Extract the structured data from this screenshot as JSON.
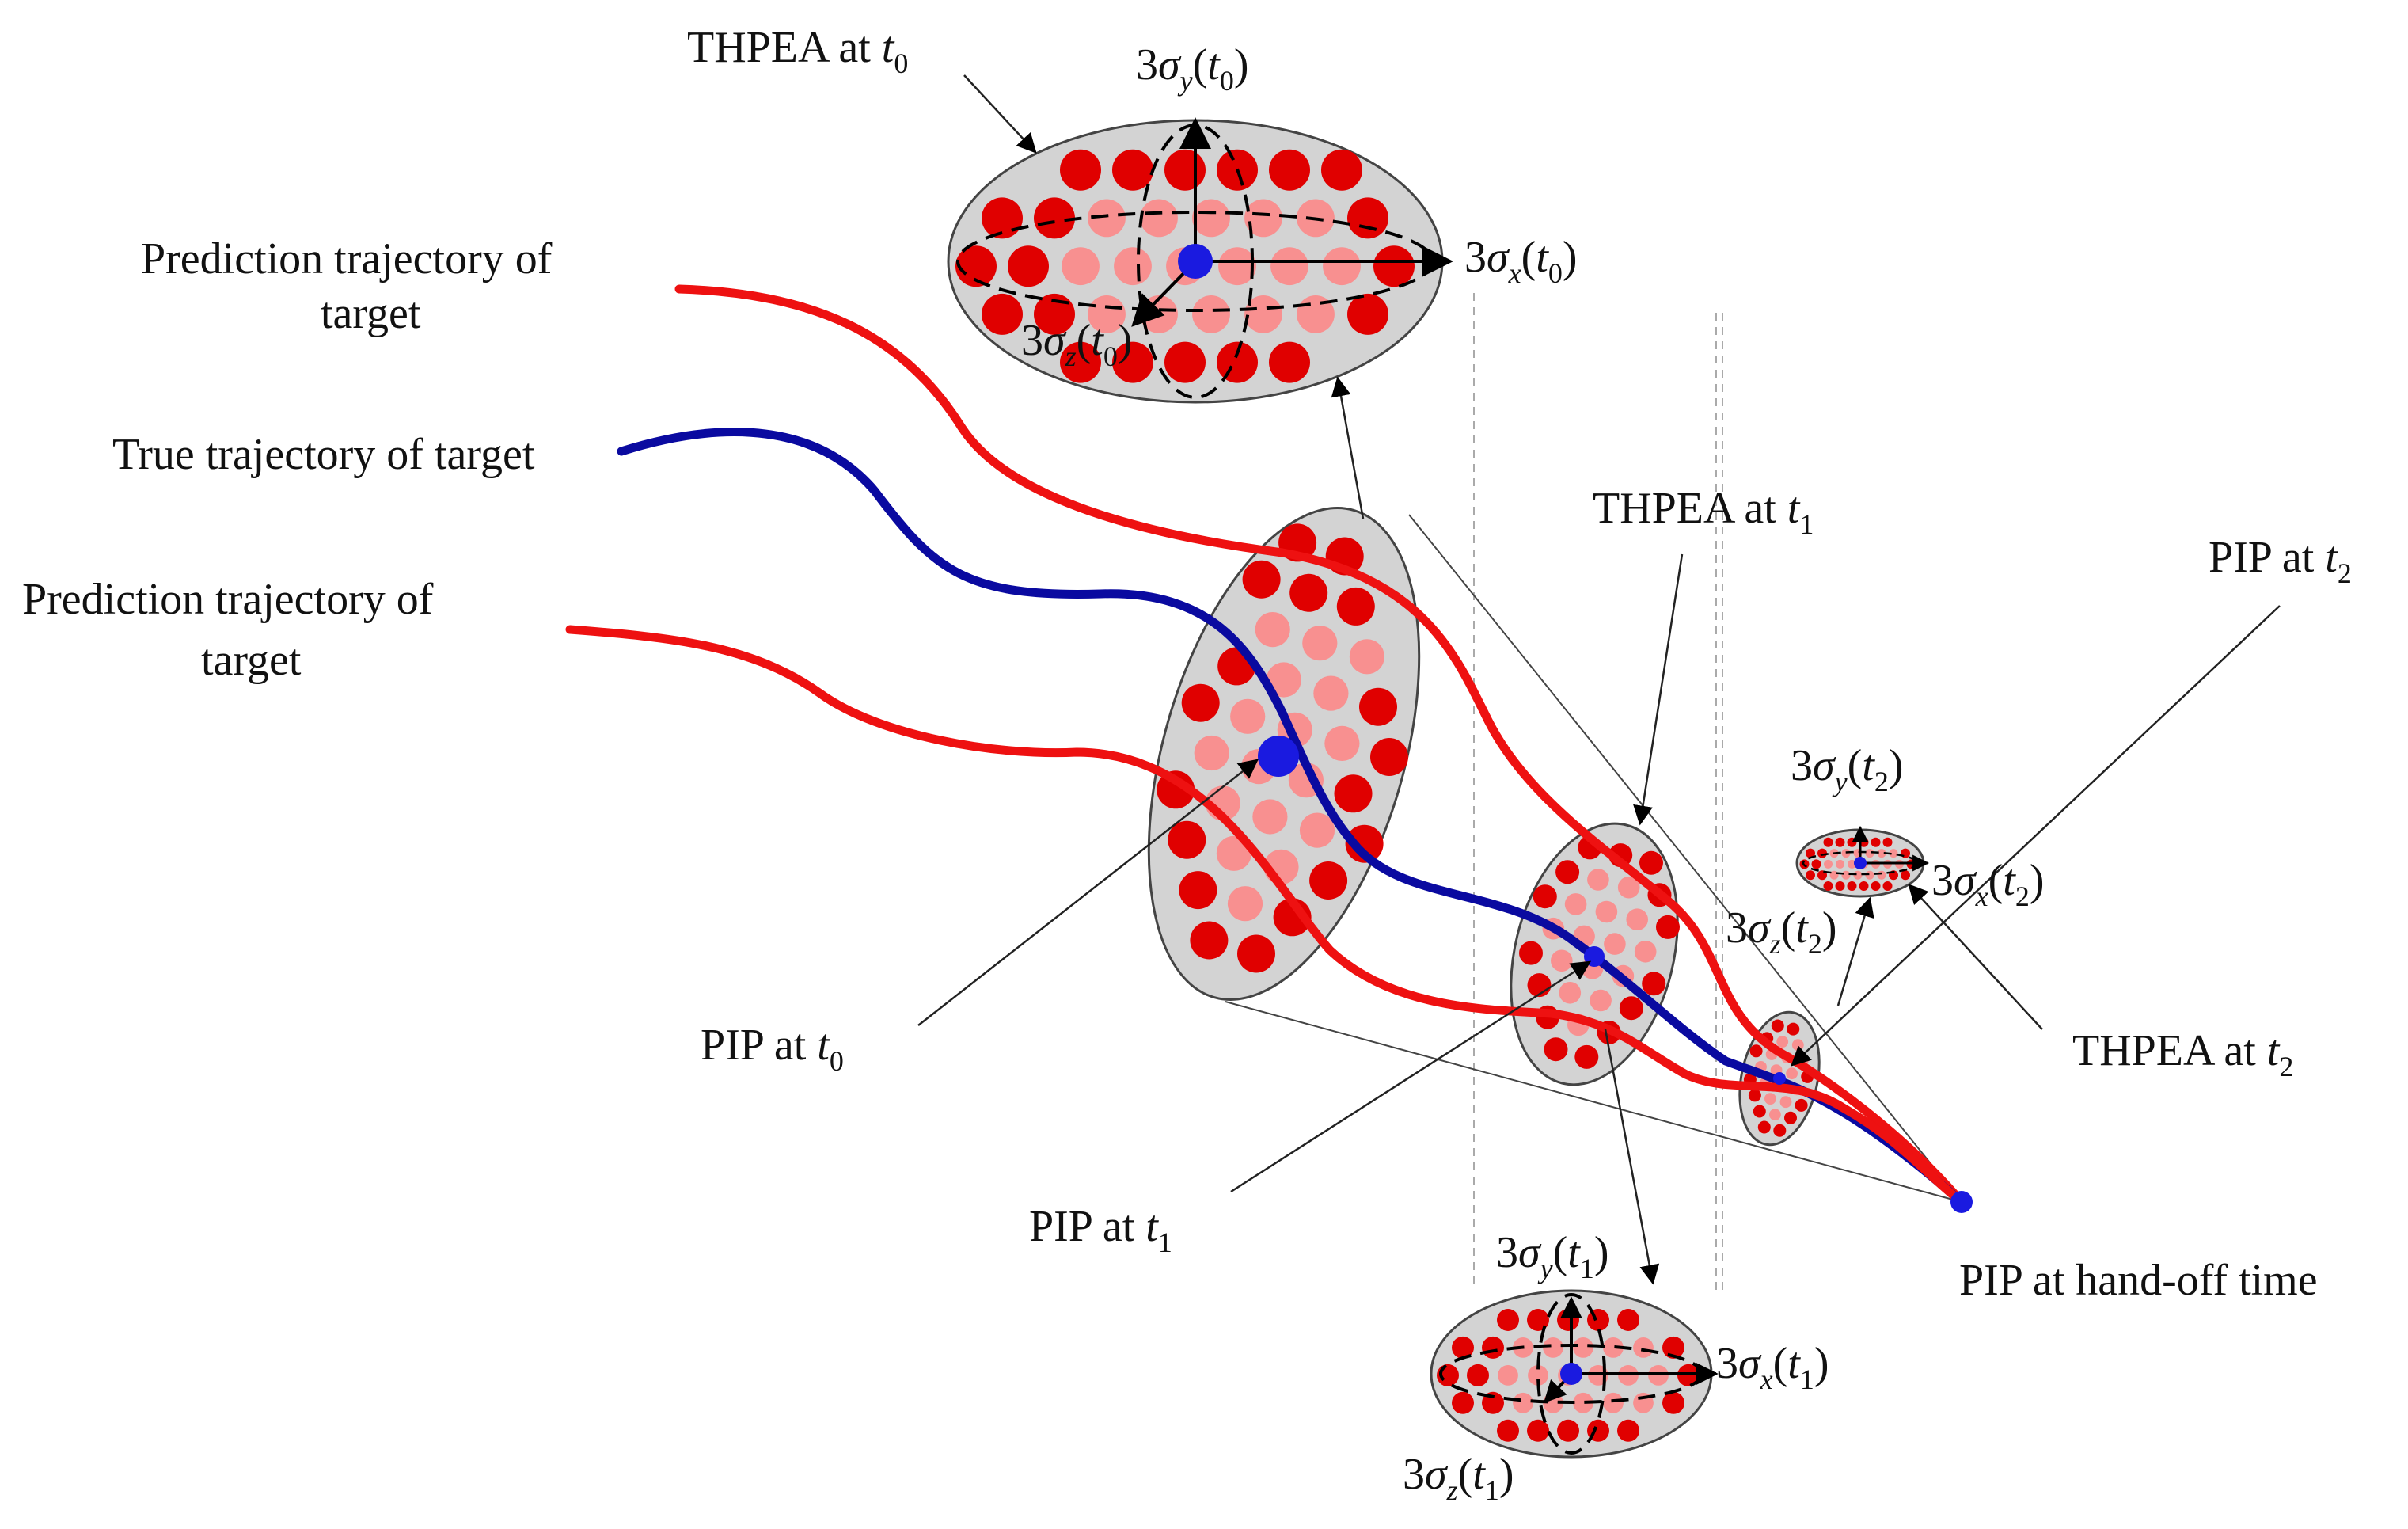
{
  "colors": {
    "true_trajectory": "#0a0aa0",
    "prediction_trajectory": "#ee1111",
    "pip_point": "#1a1ae0",
    "ellipse_fill": "#d3d3d3",
    "dot_dark": "#e00000",
    "dot_light": "#f89090"
  },
  "labels": {
    "pred_top_line1": "Prediction trajectory of",
    "pred_top_line2": "target",
    "true_traj": "True trajectory of target",
    "pred_bot_line1": "Prediction trajectory of",
    "pred_bot_line2": "target",
    "thpea_prefix": "THPEA at",
    "pip_prefix": "PIP at",
    "pip_handoff": "PIP at hand-off  time",
    "t": "t",
    "sub_0": "0",
    "sub_1": "1",
    "sub_2": "2",
    "three": "3",
    "sigma": "σ",
    "x": "x",
    "y": "y",
    "z": "z",
    "lparen": "(",
    "rparen": ")"
  }
}
